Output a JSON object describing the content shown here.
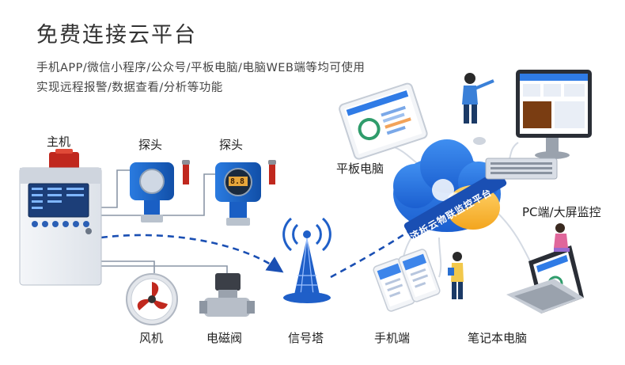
{
  "header": {
    "title": "免费连接云平台",
    "line1": "手机APP/微信小程序/公众号/平板电脑/电脑WEB端等均可使用",
    "line2": "实现远程报警/数据查看/分析等功能"
  },
  "devices": {
    "host": "主机",
    "probe1": "探头",
    "probe2": "探头",
    "fan": "风机",
    "valve": "电磁阀",
    "tower": "信号塔",
    "phone": "手机端",
    "laptop": "笔记本电脑",
    "tablet": "平板电脑",
    "pc": "PC端/大屏监控",
    "probe_display": "8.8"
  },
  "cloud": {
    "label": "济析云物联监控平台"
  },
  "colors": {
    "accent": "#1f6fd6",
    "dash": "#1a4fb3",
    "line": "#cfd6e0"
  }
}
